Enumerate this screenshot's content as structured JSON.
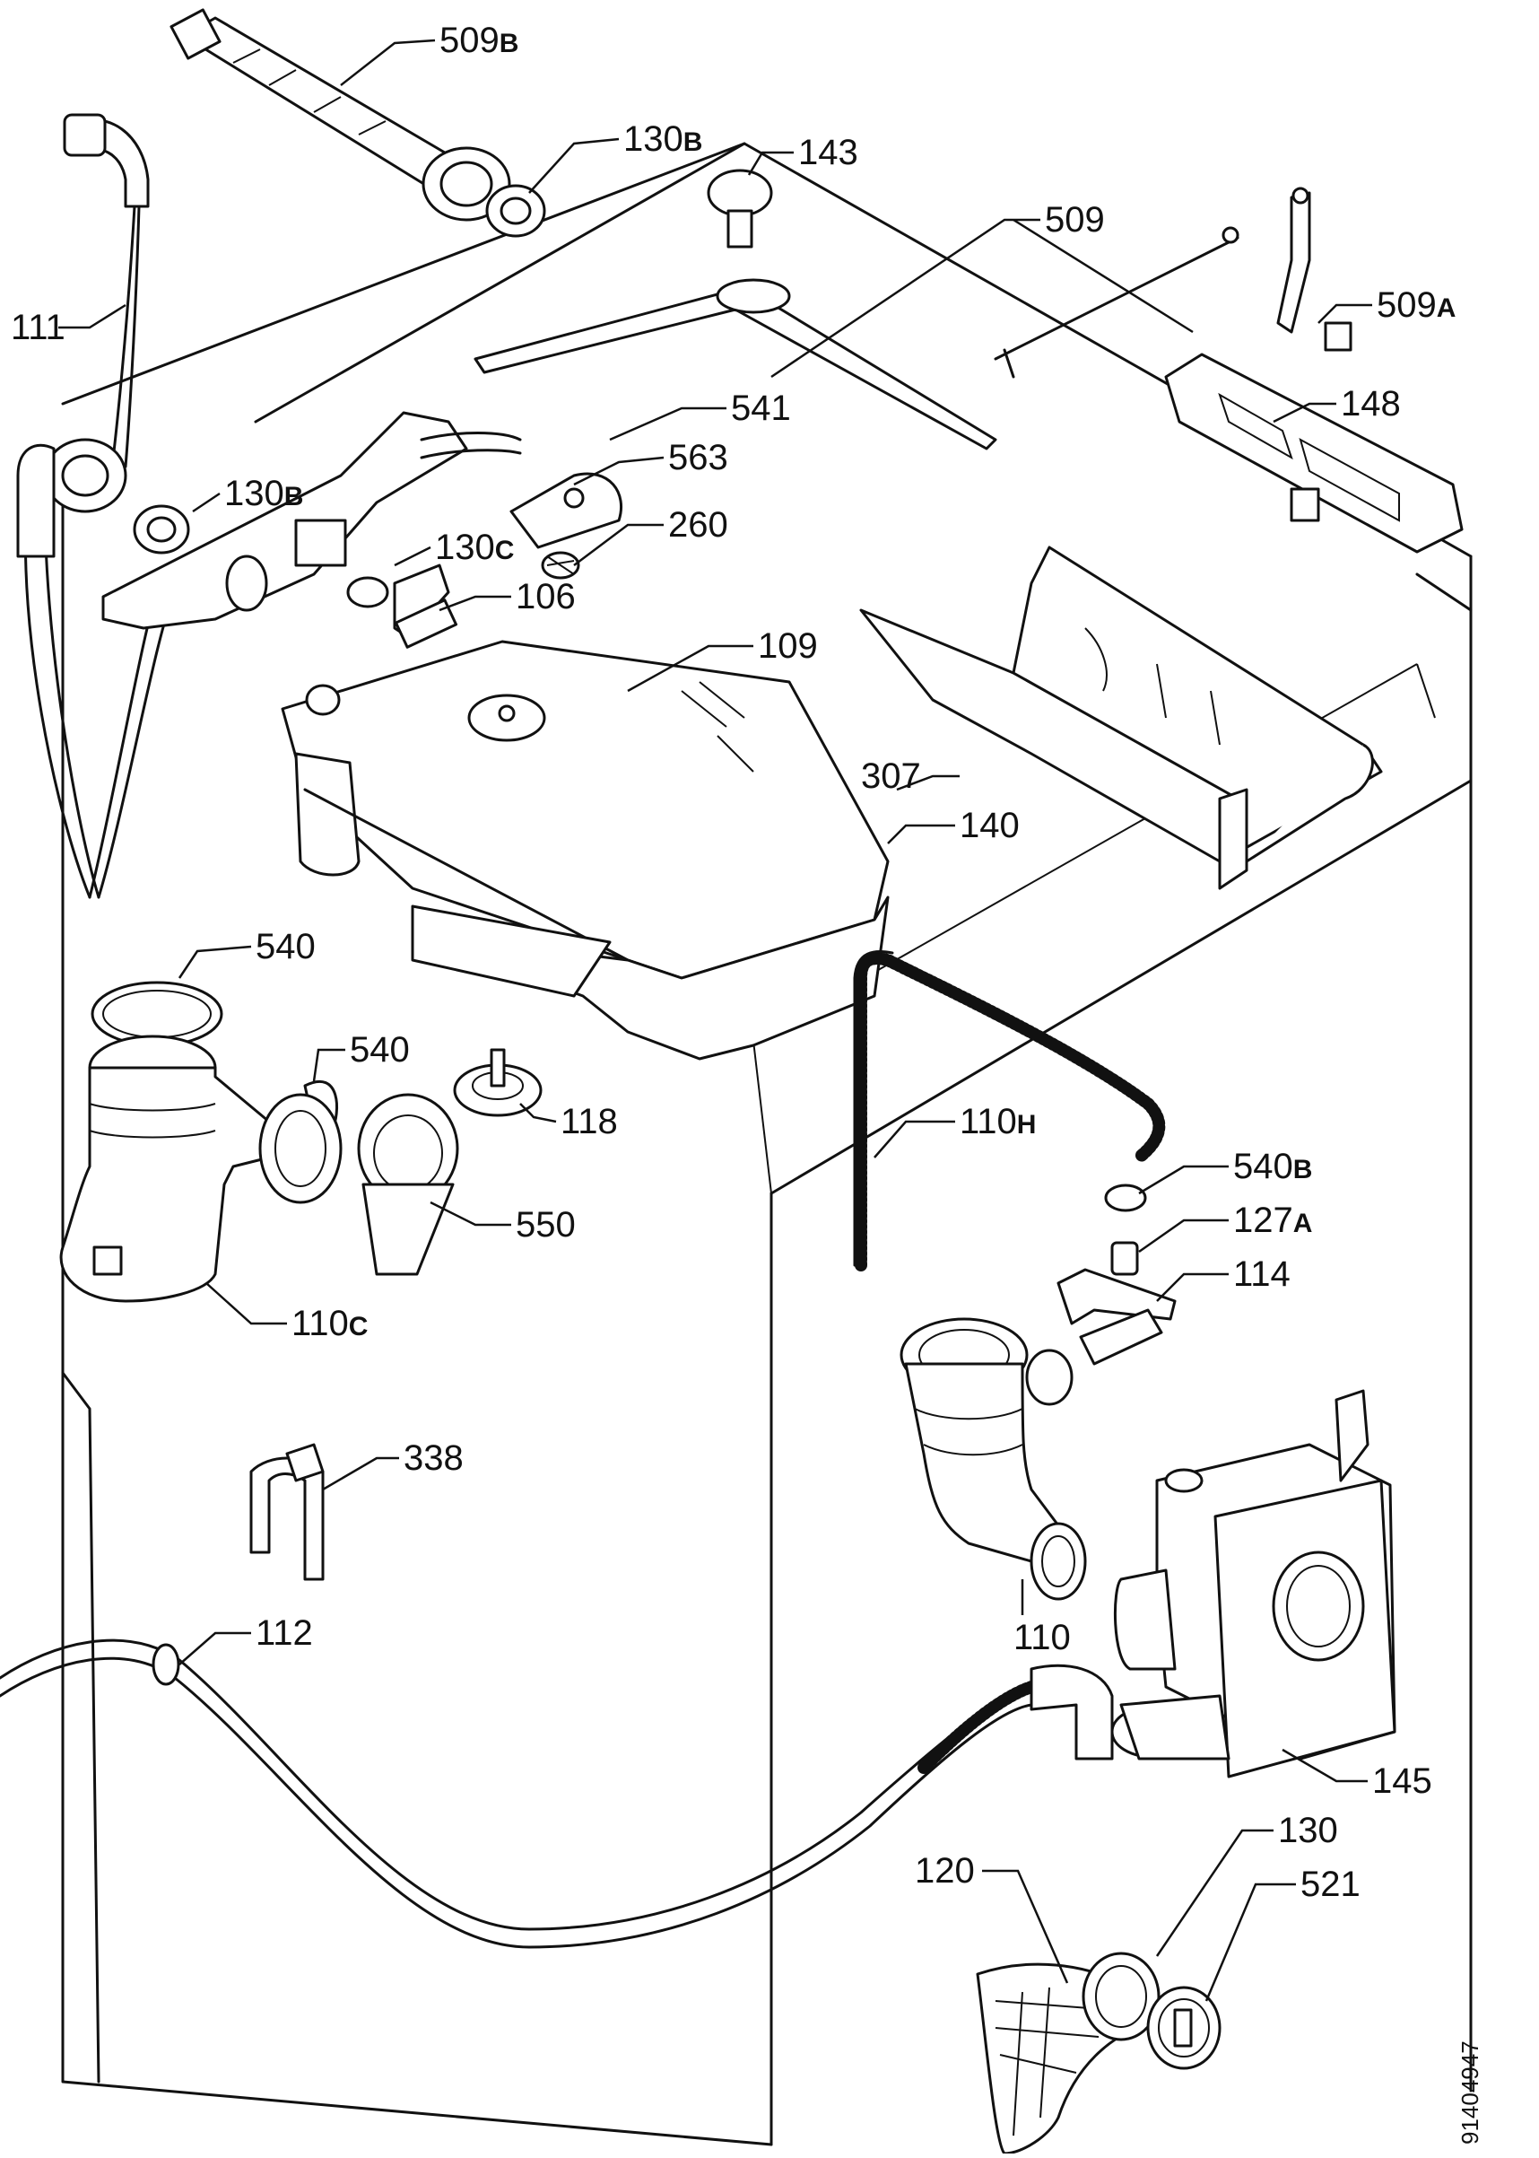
{
  "diagram": {
    "callouts": [
      {
        "id": "509b",
        "label": "509",
        "suffix": "B"
      },
      {
        "id": "130b-top",
        "label": "130",
        "suffix": "B"
      },
      {
        "id": "143",
        "label": "143",
        "suffix": ""
      },
      {
        "id": "509",
        "label": "509",
        "suffix": ""
      },
      {
        "id": "509a",
        "label": "509",
        "suffix": "A"
      },
      {
        "id": "111",
        "label": "111",
        "suffix": ""
      },
      {
        "id": "541",
        "label": "541",
        "suffix": ""
      },
      {
        "id": "148",
        "label": "148",
        "suffix": ""
      },
      {
        "id": "563",
        "label": "563",
        "suffix": ""
      },
      {
        "id": "130b-left",
        "label": "130",
        "suffix": "B"
      },
      {
        "id": "260",
        "label": "260",
        "suffix": ""
      },
      {
        "id": "130c",
        "label": "130",
        "suffix": "C"
      },
      {
        "id": "106",
        "label": "106",
        "suffix": ""
      },
      {
        "id": "109",
        "label": "109",
        "suffix": ""
      },
      {
        "id": "307",
        "label": "307",
        "suffix": ""
      },
      {
        "id": "140",
        "label": "140",
        "suffix": ""
      },
      {
        "id": "540-a",
        "label": "540",
        "suffix": ""
      },
      {
        "id": "540-b",
        "label": "540",
        "suffix": ""
      },
      {
        "id": "118",
        "label": "118",
        "suffix": ""
      },
      {
        "id": "110h",
        "label": "110",
        "suffix": "H"
      },
      {
        "id": "540b",
        "label": "540",
        "suffix": "B"
      },
      {
        "id": "550",
        "label": "550",
        "suffix": ""
      },
      {
        "id": "127a",
        "label": "127",
        "suffix": "A"
      },
      {
        "id": "110c",
        "label": "110",
        "suffix": "C"
      },
      {
        "id": "114",
        "label": "114",
        "suffix": ""
      },
      {
        "id": "338",
        "label": "338",
        "suffix": ""
      },
      {
        "id": "112",
        "label": "112",
        "suffix": ""
      },
      {
        "id": "110",
        "label": "110",
        "suffix": ""
      },
      {
        "id": "145",
        "label": "145",
        "suffix": ""
      },
      {
        "id": "130",
        "label": "130",
        "suffix": ""
      },
      {
        "id": "120",
        "label": "120",
        "suffix": ""
      },
      {
        "id": "521",
        "label": "521",
        "suffix": ""
      }
    ],
    "document_number": "91404947"
  }
}
